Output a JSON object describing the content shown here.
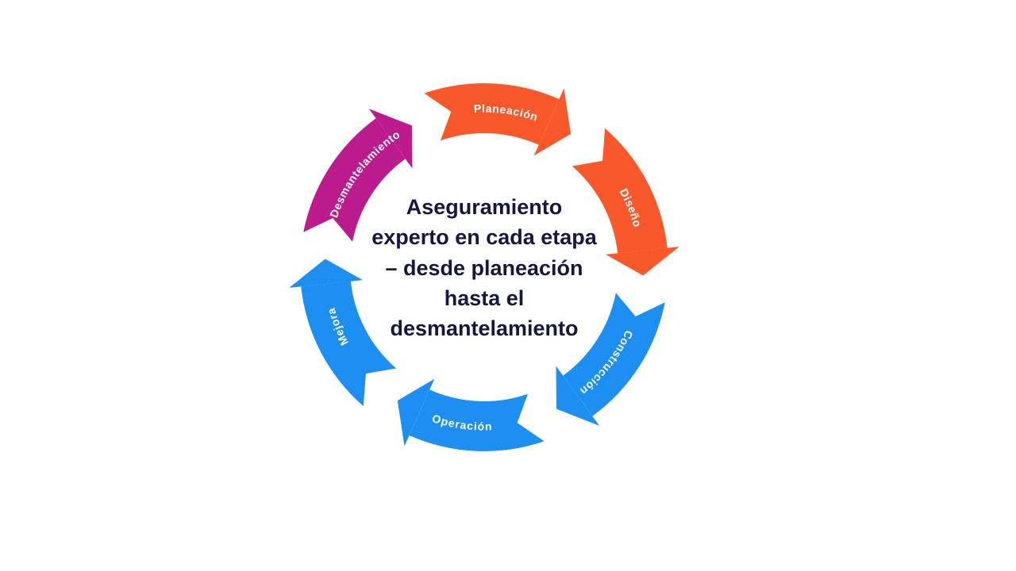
{
  "diagram": {
    "type": "cycle",
    "flow": "clockwise",
    "background_color": "#FFFFFF",
    "label_text_color": "#FFFFFF",
    "center_text": {
      "lines": [
        "Aseguramiento",
        "experto en cada etapa",
        "– desde planeación",
        "hasta el",
        "desmantelamiento"
      ],
      "color": "#161642"
    },
    "segments": [
      {
        "id": "planeacion",
        "label": "Planeación",
        "color": "#F8582A"
      },
      {
        "id": "diseno",
        "label": "Diseño",
        "color": "#F8582A"
      },
      {
        "id": "construccion",
        "label": "Construcción",
        "color": "#1E8FF2"
      },
      {
        "id": "operacion",
        "label": "Operación",
        "color": "#1E8FF2"
      },
      {
        "id": "mejora",
        "label": "Mejora",
        "color": "#1E8FF2"
      },
      {
        "id": "desmantelamiento",
        "label": "Desmantelamiento",
        "color": "#BC1B8D"
      }
    ]
  }
}
